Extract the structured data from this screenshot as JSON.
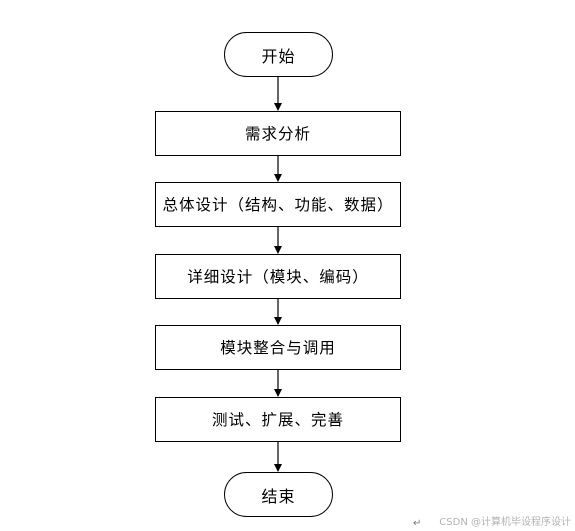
{
  "diagram": {
    "nodes": [
      {
        "id": "start",
        "shape": "terminal",
        "label": "开始"
      },
      {
        "id": "req",
        "shape": "process",
        "label": "需求分析"
      },
      {
        "id": "overall",
        "shape": "process",
        "label": "总体设计（结构、功能、数据）"
      },
      {
        "id": "detail",
        "shape": "process",
        "label": "详细设计（模块、编码）"
      },
      {
        "id": "integrate",
        "shape": "process",
        "label": "模块整合与调用"
      },
      {
        "id": "test",
        "shape": "process",
        "label": "测试、扩展、完善"
      },
      {
        "id": "end",
        "shape": "terminal",
        "label": "结束"
      }
    ],
    "edges": [
      {
        "from": "start",
        "to": "req"
      },
      {
        "from": "req",
        "to": "overall"
      },
      {
        "from": "overall",
        "to": "detail"
      },
      {
        "from": "detail",
        "to": "integrate"
      },
      {
        "from": "integrate",
        "to": "test"
      },
      {
        "from": "test",
        "to": "end"
      }
    ],
    "line_color": "#000000"
  },
  "watermark": "CSDN @计算机毕设程序设计",
  "paragraph_mark": "↵"
}
